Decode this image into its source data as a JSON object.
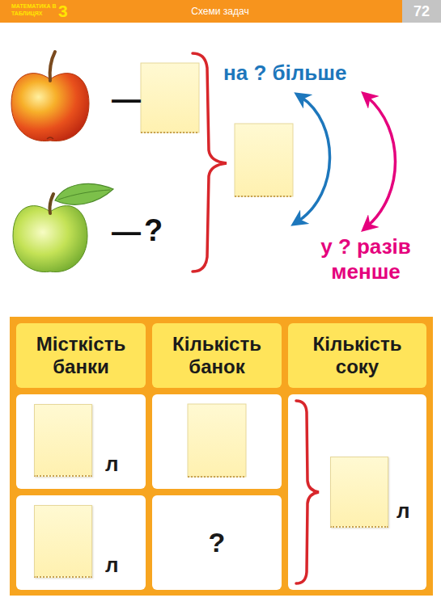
{
  "diagram": {
    "title": "Схеми задач",
    "nodes": [
      {
        "text": [
          "Місткість банки"
        ]
      },
      {
        "text": [
          "Кількість банок"
        ]
      },
      {
        "text": [
          "Кількість соку"
        ]
      },
      {
        "text": [
          "л"
        ]
      },
      {
        "text": [
          "л"
        ]
      },
      {
        "text": [
          "?"
        ]
      },
      {
        "text": [
          "л"
        ]
      }
    ],
    "labels": [
      "МАТЕМАТИКА В ТАБЛИЦЯХ",
      "3",
      "72",
      "—",
      "—",
      "?",
      "на ? більше",
      "у ? разів менше"
    ]
  }
}
